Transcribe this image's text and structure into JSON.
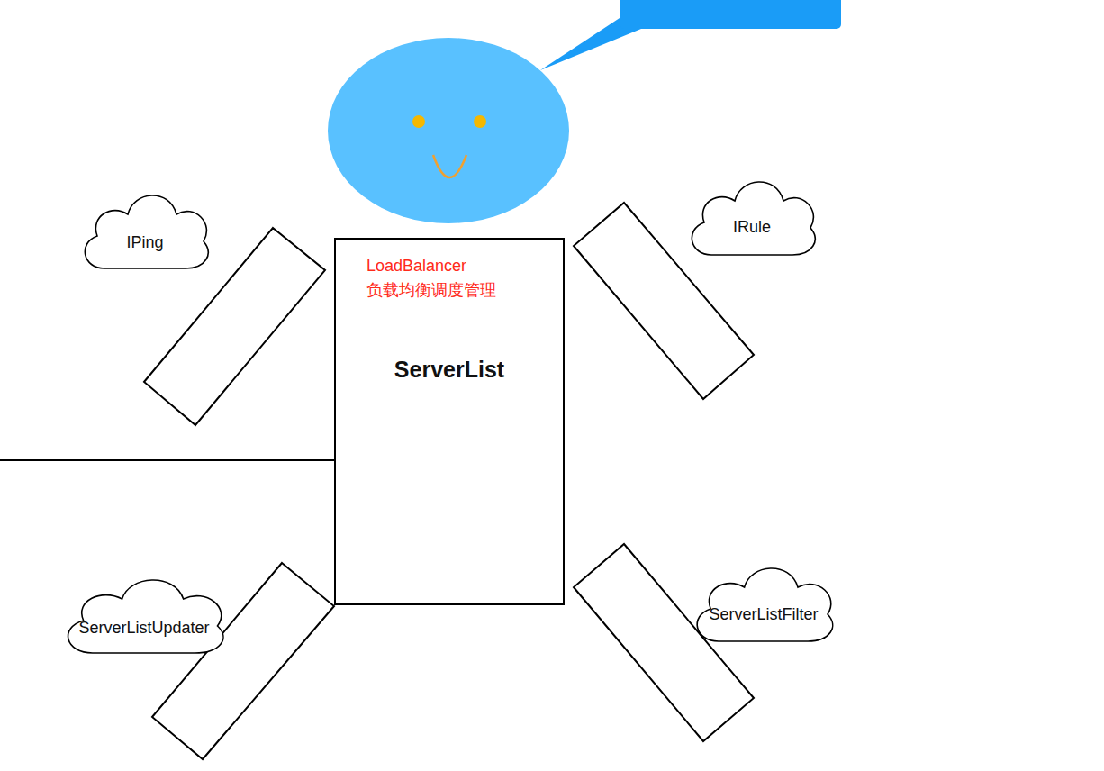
{
  "diagram": {
    "nodes": [
      {
        "text": [
          "IPing"
        ]
      },
      {
        "text": [
          "IRule"
        ]
      },
      {
        "text": [
          "LoadBalancer 负载均衡调度管理",
          "ServerList"
        ]
      },
      {
        "text": [
          "ServerListUpdater"
        ]
      },
      {
        "text": [
          "ServerListFilter"
        ]
      }
    ]
  }
}
